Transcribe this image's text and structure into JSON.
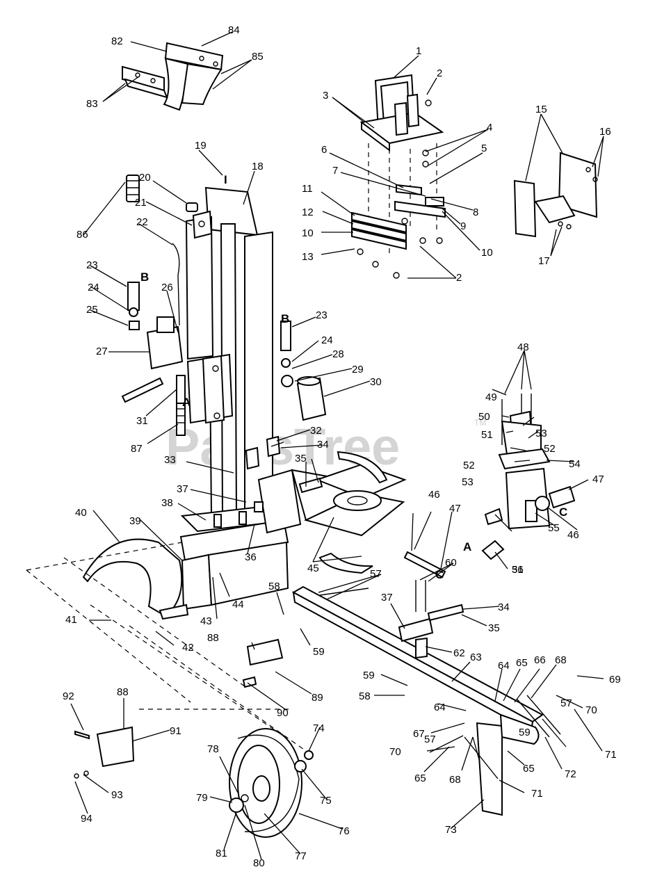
{
  "watermark": {
    "text": "PartsTree",
    "tm": "TM"
  },
  "letters": [
    {
      "id": "B1",
      "text": "B"
    },
    {
      "id": "B2",
      "text": "B"
    },
    {
      "id": "A1",
      "text": "A"
    },
    {
      "id": "A2",
      "text": "A"
    },
    {
      "id": "C1",
      "text": "C"
    },
    {
      "id": "C2",
      "text": "C"
    },
    {
      "id": "I1",
      "text": "I"
    }
  ],
  "callouts": [
    "1",
    "2",
    "2",
    "3",
    "4",
    "5",
    "6",
    "7",
    "8",
    "9",
    "10",
    "10",
    "11",
    "12",
    "13",
    "15",
    "16",
    "17",
    "18",
    "19",
    "20",
    "21",
    "22",
    "23",
    "23",
    "24",
    "24",
    "25",
    "26",
    "27",
    "28",
    "29",
    "30",
    "31",
    "31",
    "32",
    "33",
    "34",
    "34",
    "35",
    "35",
    "36",
    "37",
    "37",
    "38",
    "39",
    "40",
    "41",
    "42",
    "43",
    "44",
    "45",
    "46",
    "46",
    "47",
    "47",
    "48",
    "49",
    "50",
    "51",
    "52",
    "52",
    "53",
    "53",
    "54",
    "55",
    "56",
    "57",
    "57",
    "57",
    "58",
    "58",
    "59",
    "59",
    "59",
    "60",
    "62",
    "63",
    "64",
    "64",
    "65",
    "65",
    "65",
    "66",
    "67",
    "68",
    "68",
    "69",
    "70",
    "70",
    "71",
    "71",
    "72",
    "73",
    "74",
    "75",
    "76",
    "77",
    "78",
    "79",
    "80",
    "81",
    "82",
    "83",
    "84",
    "85",
    "86",
    "87",
    "88",
    "88",
    "89",
    "90",
    "91",
    "92",
    "93",
    "94"
  ]
}
